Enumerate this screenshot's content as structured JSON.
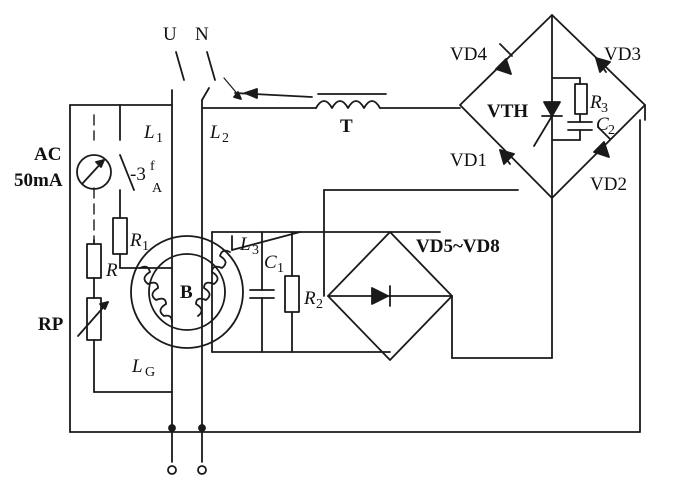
{
  "labels": {
    "phase_u": "U",
    "phase_n": "N",
    "ac_rating_line1": "AC",
    "ac_rating_line2": "50mA",
    "test_switch": "-3",
    "test_switch_prime": "f",
    "test_switch_sub": "A",
    "line_l1": "L",
    "line_l1_sub": "1",
    "line_l2": "L",
    "line_l2_sub": "2",
    "transformer": "T",
    "diode_vd4": "VD4",
    "diode_vd3": "VD3",
    "diode_vd1": "VD1",
    "diode_vd2": "VD2",
    "thyristor": "VTH",
    "resistor_r3": "R",
    "resistor_r3_sub": "3",
    "capacitor_c2": "C",
    "capacitor_c2_sub": "2",
    "resistor_r1": "R",
    "resistor_r1_sub": "1",
    "resistor_r": "R",
    "potentiometer": "RP",
    "core": "B",
    "winding_l3": "L",
    "winding_l3_sub": "3",
    "capacitor_c1": "C",
    "capacitor_c1_sub": "1",
    "resistor_r2": "R",
    "resistor_r2_sub": "2",
    "bridge": "VD5~VD8",
    "winding_lg": "L",
    "winding_lg_sub": "G"
  },
  "colors": {
    "line": "#1a1a1a",
    "background": "#ffffff"
  }
}
